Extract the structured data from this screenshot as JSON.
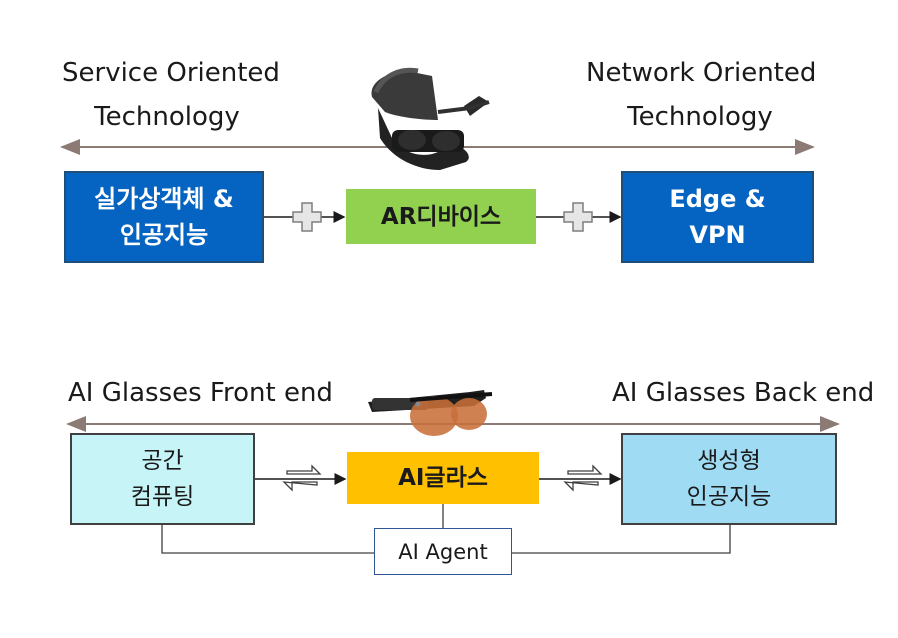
{
  "colors": {
    "blue_box_fill": "#0563c1",
    "blue_box_border": "#1f4e79",
    "green_box_fill": "#92d050",
    "cyan_box_fill": "#c6f4f7",
    "lightblue_box_fill": "#9fdcf3",
    "gold_box_fill": "#ffc000",
    "agent_box_border": "#2f5597",
    "arrow_line": "#8c7b74"
  },
  "top": {
    "left_label": [
      "Service Oriented",
      "Technology"
    ],
    "right_label": [
      "Network Oriented",
      "Technology"
    ],
    "box_left": [
      "실가상객체 &",
      "인공지능"
    ],
    "box_center": "AR디바이스",
    "box_right": [
      "Edge &",
      "VPN"
    ],
    "connector_icon": "plus-icon",
    "device_icon": "ar-glasses-image"
  },
  "bottom": {
    "left_label": "AI Glasses Front end",
    "right_label": "AI Glasses Back end",
    "box_left": [
      "공간",
      "컴퓨팅"
    ],
    "box_center": "AI글라스",
    "box_right": [
      "생성형",
      "인공지능"
    ],
    "agent_box": "AI Agent",
    "connector_icon": "bidirectional-arrows-icon",
    "device_icon": "ai-glasses-image"
  }
}
